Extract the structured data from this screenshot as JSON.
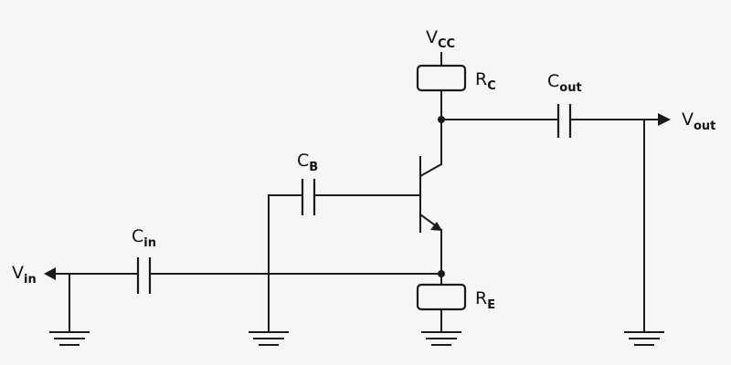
{
  "labels": {
    "vcc": {
      "main": "V",
      "sub": "CC"
    },
    "rc": {
      "main": "R",
      "sub": "C"
    },
    "cout": {
      "main": "C",
      "sub": "out"
    },
    "vout": {
      "main": "V",
      "sub": "out"
    },
    "cb": {
      "main": "C",
      "sub": "B"
    },
    "cin": {
      "main": "C",
      "sub": "in"
    },
    "vin": {
      "main": "V",
      "sub": "in"
    },
    "re": {
      "main": "R",
      "sub": "E"
    }
  }
}
